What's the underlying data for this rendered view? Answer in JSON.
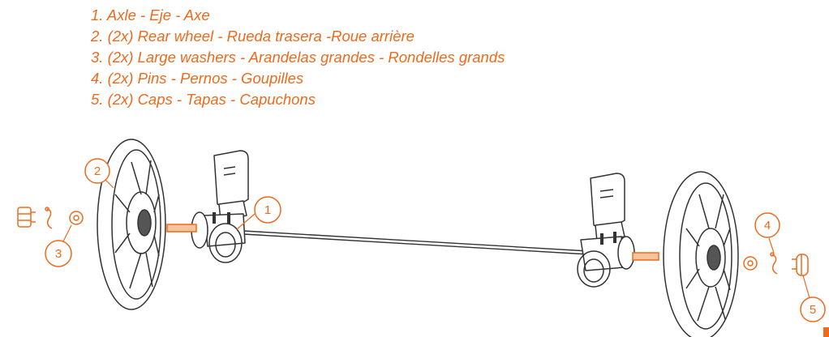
{
  "parts": [
    "1.  Axle - Eje - Axe",
    "2. (2x) Rear wheel - Rueda trasera -Roue arrière",
    "3. (2x) Large washers - Arandelas grandes - Rondelles grands",
    "4. (2x) Pins - Pernos - Goupilles",
    "5. (2x) Caps - Tapas - Capuchons"
  ],
  "callouts": {
    "axle": "1",
    "rear_wheel": "2",
    "washer": "3",
    "pin": "4",
    "cap": "5"
  },
  "colors": {
    "accent": "#ee6a1c",
    "line": "#333333"
  }
}
